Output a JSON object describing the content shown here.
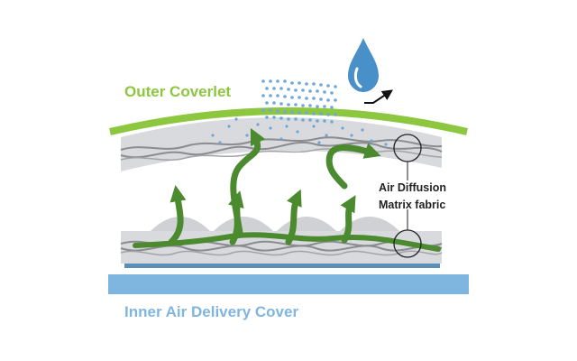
{
  "labels": {
    "outer_coverlet": "Outer Coverlet",
    "inner_air_delivery_cover": "Inner Air Delivery Cover",
    "air_diffusion_line1": "Air Diffusion",
    "air_diffusion_line2": "Matrix fabric"
  },
  "colors": {
    "outer_coverlet": "#8dc63f",
    "inner_cover": "#7fb6df",
    "inner_cover_edge": "#5b8fb5",
    "fabric_band": "#d9dadd",
    "fabric_fibers": "#8a8c90",
    "airflow_arrows": "#4b8a2e",
    "moisture_dots": "#6fa7d8",
    "water_drop": "#4a90c8",
    "label_text": "#222222"
  },
  "icons": {
    "water_drop": "water-drop-icon",
    "evaporation_arrow": "diagonal-arrow-icon"
  }
}
